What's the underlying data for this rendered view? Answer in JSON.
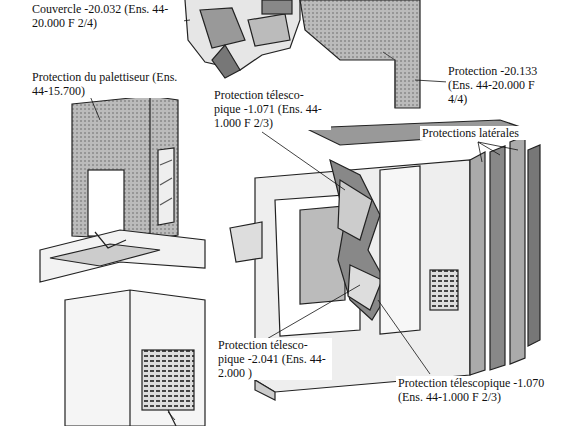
{
  "diagram": {
    "labels": [
      "Couvercle -20.032 (Ens. 44-20.000 F 2/4)",
      "Protection du palettiseur (Ens. 44-15.700)",
      "Protection télesco- pique -1.071 (Ens. 44-1.000 F 2/3)",
      "Protection -20.133 (Ens. 44-20.000 F 4/4)",
      "Protections latérales",
      "Protection télesco- pique -2.041 (Ens. 44-2.000 )",
      "Protection télescopique -1.070 (Ens. 44-1.000 F 2/3)"
    ]
  }
}
